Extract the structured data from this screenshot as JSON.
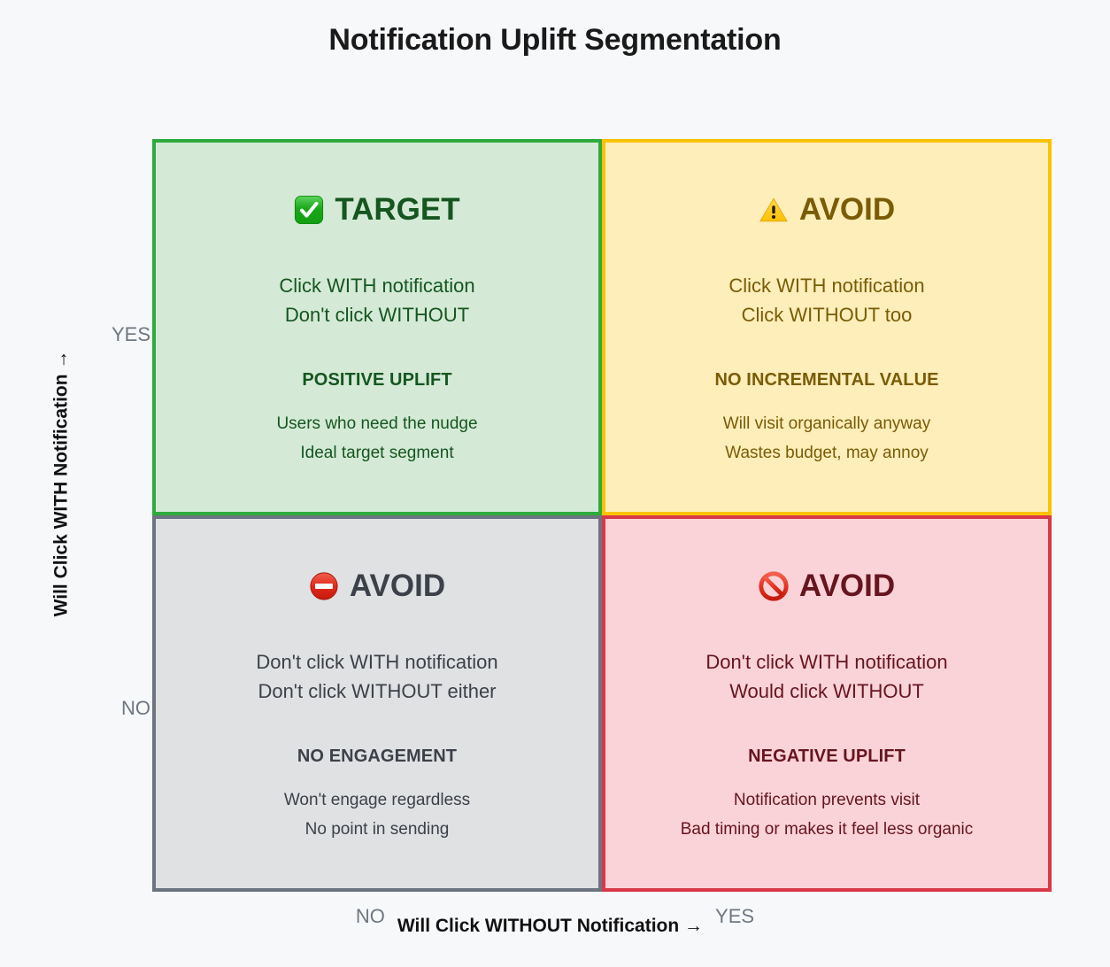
{
  "chart_data": {
    "type": "table",
    "title": "Notification Uplift Segmentation",
    "xlabel": "Will Click WITHOUT Notification →",
    "ylabel": "Will Click WITH Notification →",
    "x_ticks": [
      "NO",
      "YES"
    ],
    "y_ticks": [
      "NO",
      "YES"
    ],
    "grid": false,
    "legend": "none",
    "quadrants": [
      {
        "position": "top-left",
        "x": "NO",
        "y": "YES",
        "icon": "check-mark-button-icon",
        "verdict_label": "TARGET",
        "conditions": [
          "Click WITH notification",
          "Don't click WITHOUT"
        ],
        "verdict": "POSITIVE UPLIFT",
        "details": [
          "Users who need the nudge",
          "Ideal target segment"
        ],
        "fill_color": "#d4ead7",
        "border_color": "#2eab3c",
        "text_color": "#15561f"
      },
      {
        "position": "top-right",
        "x": "YES",
        "y": "YES",
        "icon": "warning-triangle-icon",
        "verdict_label": "AVOID",
        "conditions": [
          "Click WITH notification",
          "Click WITHOUT too"
        ],
        "verdict": "NO INCREMENTAL VALUE",
        "details": [
          "Will visit organically anyway",
          "Wastes budget, may annoy"
        ],
        "fill_color": "#fdeeba",
        "border_color": "#fcc200",
        "text_color": "#7a5c06"
      },
      {
        "position": "bottom-left",
        "x": "NO",
        "y": "NO",
        "icon": "no-entry-icon",
        "verdict_label": "AVOID",
        "conditions": [
          "Don't click WITH notification",
          "Don't click WITHOUT either"
        ],
        "verdict": "NO ENGAGEMENT",
        "details": [
          "Won't engage regardless",
          "No point in sending"
        ],
        "fill_color": "#e0e1e3",
        "border_color": "#6b7480",
        "text_color": "#3c4149"
      },
      {
        "position": "bottom-right",
        "x": "YES",
        "y": "NO",
        "icon": "prohibited-icon",
        "verdict_label": "AVOID",
        "conditions": [
          "Don't click WITH notification",
          "Would click WITHOUT"
        ],
        "verdict": "NEGATIVE UPLIFT",
        "details": [
          "Notification prevents visit",
          "Bad timing or makes it feel less organic"
        ],
        "fill_color": "#fad3d8",
        "border_color": "#d93848",
        "text_color": "#66151f"
      }
    ]
  },
  "background_color": "#f7f8fa"
}
